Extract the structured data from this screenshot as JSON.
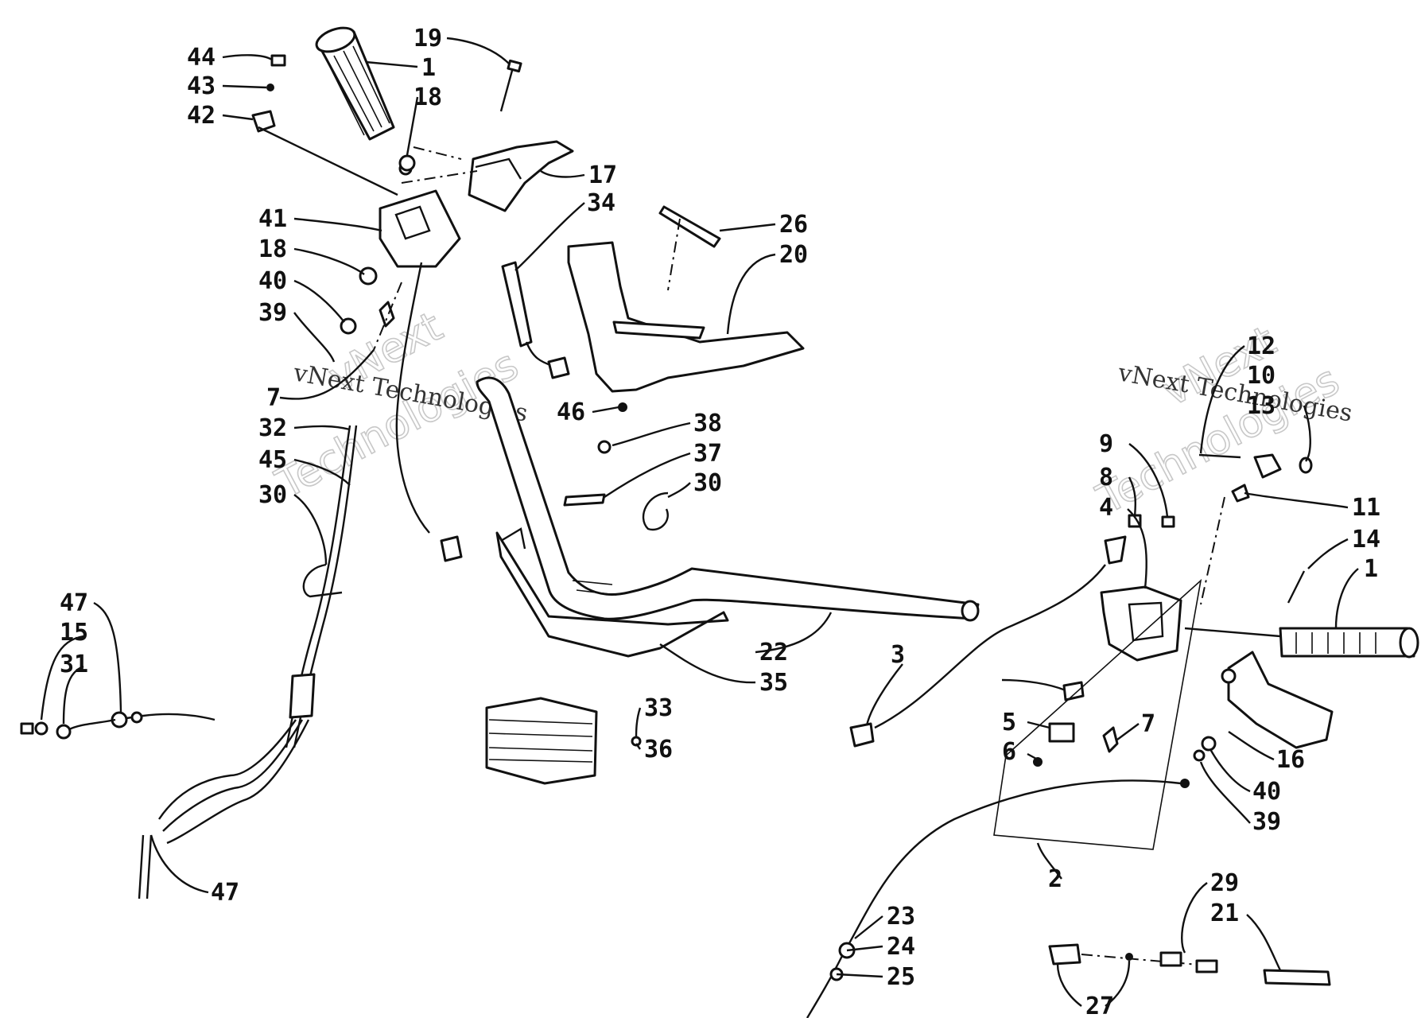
{
  "diagram": {
    "watermark": {
      "brand": "vNext",
      "company": "Technologies",
      "full": "vNext Technologies"
    },
    "callouts": [
      {
        "text": "44"
      },
      {
        "text": "43"
      },
      {
        "text": "42"
      },
      {
        "text": "1"
      },
      {
        "text": "19"
      },
      {
        "text": "18"
      },
      {
        "text": "17"
      },
      {
        "text": "34"
      },
      {
        "text": "26"
      },
      {
        "text": "20"
      },
      {
        "text": "41"
      },
      {
        "text": "18"
      },
      {
        "text": "40"
      },
      {
        "text": "39"
      },
      {
        "text": "7"
      },
      {
        "text": "32"
      },
      {
        "text": "45"
      },
      {
        "text": "30"
      },
      {
        "text": "46"
      },
      {
        "text": "38"
      },
      {
        "text": "37"
      },
      {
        "text": "30"
      },
      {
        "text": "47"
      },
      {
        "text": "15"
      },
      {
        "text": "31"
      },
      {
        "text": "47"
      },
      {
        "text": "22"
      },
      {
        "text": "35"
      },
      {
        "text": "33"
      },
      {
        "text": "36"
      },
      {
        "text": "12"
      },
      {
        "text": "10"
      },
      {
        "text": "13"
      },
      {
        "text": "9"
      },
      {
        "text": "8"
      },
      {
        "text": "4"
      },
      {
        "text": "11"
      },
      {
        "text": "14"
      },
      {
        "text": "1"
      },
      {
        "text": "3"
      },
      {
        "text": "5"
      },
      {
        "text": "6"
      },
      {
        "text": "7"
      },
      {
        "text": "16"
      },
      {
        "text": "40"
      },
      {
        "text": "39"
      },
      {
        "text": "2"
      },
      {
        "text": "23"
      },
      {
        "text": "24"
      },
      {
        "text": "25"
      },
      {
        "text": "29"
      },
      {
        "text": "21"
      },
      {
        "text": "27"
      }
    ]
  }
}
